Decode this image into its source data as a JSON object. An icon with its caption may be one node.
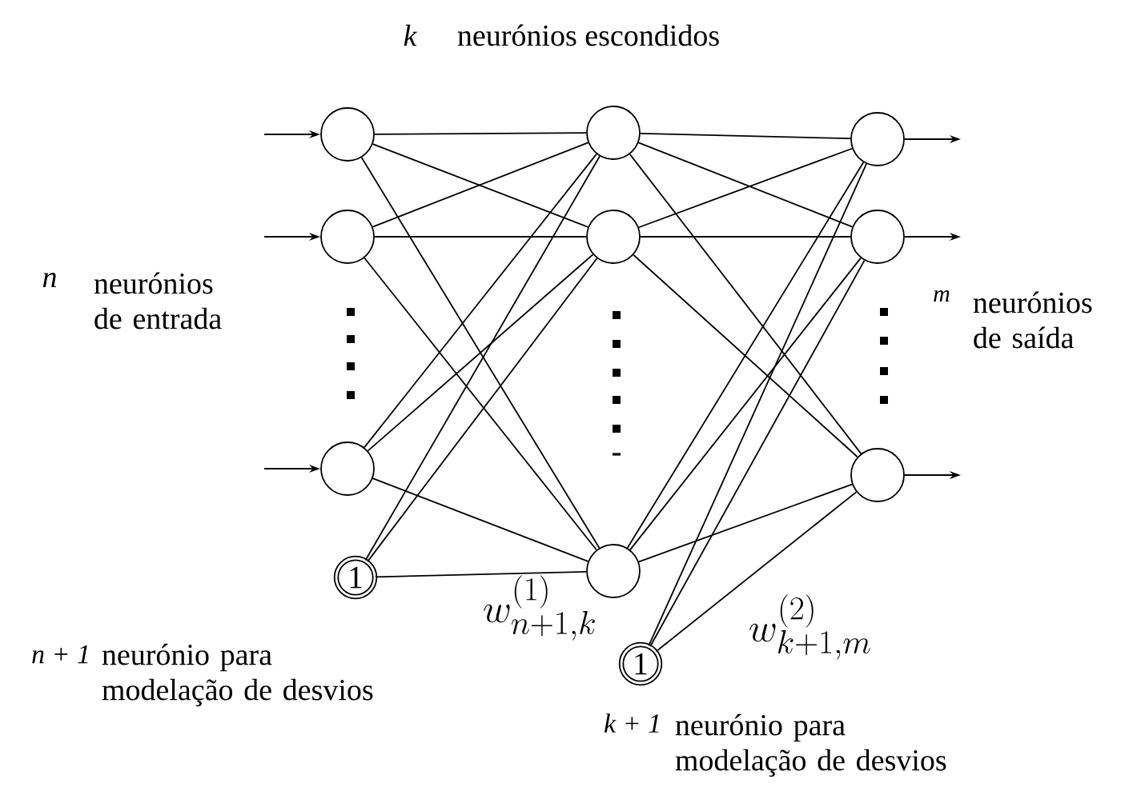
{
  "diagram": {
    "nodes": [
      {
        "text": [],
        "shape": "circle"
      },
      {
        "text": [],
        "shape": "circle"
      },
      {
        "text": [],
        "shape": "circle"
      },
      {
        "text": [
          "1"
        ]
      },
      {
        "text": [],
        "shape": "circle"
      },
      {
        "text": [],
        "shape": "circle"
      },
      {
        "text": [],
        "shape": "circle"
      },
      {
        "text": [
          "1"
        ]
      },
      {
        "text": [],
        "shape": "circle"
      },
      {
        "text": [],
        "shape": "circle"
      },
      {
        "text": [],
        "shape": "circle"
      }
    ],
    "edges": [
      {
        "from": null,
        "to": 0,
        "arrow": "to"
      },
      {
        "from": null,
        "to": 1,
        "arrow": "to"
      },
      {
        "from": null,
        "to": 2,
        "arrow": "to"
      },
      {
        "from": 0,
        "to": 4,
        "arrow": "none"
      },
      {
        "from": 0,
        "to": 5,
        "arrow": "none"
      },
      {
        "from": 0,
        "to": 6,
        "arrow": "none"
      },
      {
        "from": 1,
        "to": 4,
        "arrow": "none"
      },
      {
        "from": 1,
        "to": 5,
        "arrow": "none"
      },
      {
        "from": 1,
        "to": 6,
        "arrow": "none"
      },
      {
        "from": 2,
        "to": 4,
        "arrow": "none"
      },
      {
        "from": 2,
        "to": 5,
        "arrow": "none"
      },
      {
        "from": 2,
        "to": 6,
        "arrow": "none"
      },
      {
        "from": 3,
        "to": 4,
        "arrow": "none"
      },
      {
        "from": 3,
        "to": 5,
        "arrow": "none"
      },
      {
        "from": 3,
        "to": 6,
        "arrow": "none"
      },
      {
        "from": 4,
        "to": 8,
        "arrow": "none"
      },
      {
        "from": 4,
        "to": 9,
        "arrow": "none"
      },
      {
        "from": 4,
        "to": 10,
        "arrow": "none"
      },
      {
        "from": 5,
        "to": 8,
        "arrow": "none"
      },
      {
        "from": 5,
        "to": 9,
        "arrow": "none"
      },
      {
        "from": 5,
        "to": 10,
        "arrow": "none"
      },
      {
        "from": 6,
        "to": 8,
        "arrow": "none"
      },
      {
        "from": 6,
        "to": 9,
        "arrow": "none"
      },
      {
        "from": 6,
        "to": 10,
        "arrow": "none"
      },
      {
        "from": 7,
        "to": 8,
        "arrow": "none"
      },
      {
        "from": 7,
        "to": 9,
        "arrow": "none"
      },
      {
        "from": 7,
        "to": 10,
        "arrow": "none"
      },
      {
        "from": 8,
        "to": null,
        "arrow": "to"
      },
      {
        "from": 9,
        "to": null,
        "arrow": "to"
      },
      {
        "from": 10,
        "to": null,
        "arrow": "to"
      }
    ],
    "labels": [
      "k",
      "neurónios escondidos",
      "n",
      "neurónios de entrada",
      "m",
      "neurónios de saída",
      "w^{(1)}_{n+1,k}",
      "w^{(2)}_{k+1,m}",
      "n + 1",
      "neurónio para modelação de desvios",
      "k + 1",
      "neurónio para modelação de desvios"
    ]
  }
}
